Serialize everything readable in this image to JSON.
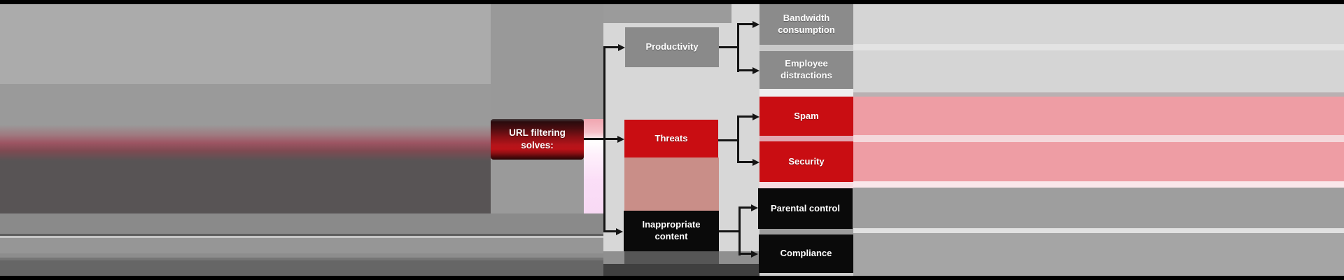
{
  "diagram": {
    "root": {
      "label": "URL filtering solves:"
    },
    "branches": [
      {
        "label": "Productivity",
        "children": [
          {
            "label": "Bandwidth consumption"
          },
          {
            "label": "Employee distractions"
          }
        ]
      },
      {
        "label": "Threats",
        "children": [
          {
            "label": "Spam"
          },
          {
            "label": "Security"
          }
        ]
      },
      {
        "label": "Inappropriate content",
        "children": [
          {
            "label": "Parental control"
          },
          {
            "label": "Compliance"
          }
        ]
      }
    ]
  },
  "colors": {
    "category_gray": "#8a8a8a",
    "leaf_gray": "#8b8b8b",
    "category_red": "#c90d12",
    "category_black": "#0a0a0a",
    "root_red_peak": "#b4141a",
    "connector": "#141414",
    "smear_pink_right": "#ee9da4",
    "smear_salmon": "#c98e88",
    "smear_maroon_left": "#9d5563",
    "panel_light": "#d7d7d7",
    "letterbox": "#000000"
  }
}
